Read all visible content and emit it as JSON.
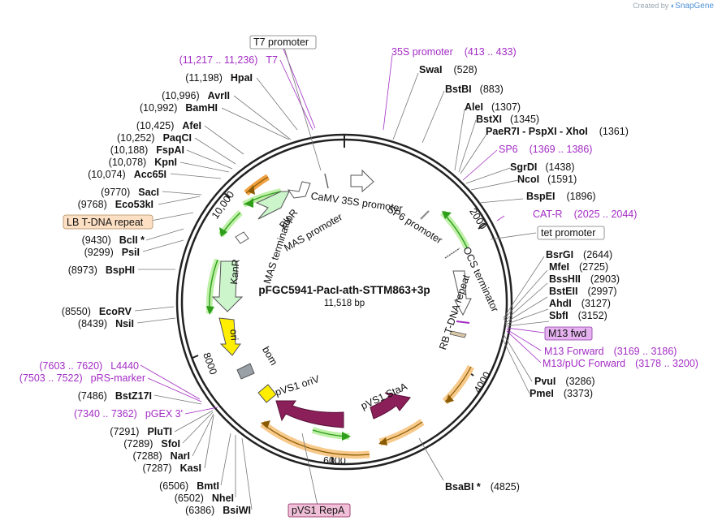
{
  "credit": {
    "prefix": "Created by",
    "brand": "SnapGene"
  },
  "plasmid": {
    "name": "pFGC5941-PacI-ath-STTM863+3p",
    "length": "11,518 bp"
  },
  "ticks": [
    "2000",
    "4000",
    "6000",
    "8000",
    "10,000"
  ],
  "boxed_labels": {
    "t7_promoter": "T7 promoter",
    "tet_promoter": "tet promoter",
    "lb_tdna": "LB T-DNA repeat",
    "m13_fwd": "M13 fwd",
    "pvs1_repa": "pVS1 RepA"
  },
  "inner_features": {
    "camv35s": "CaMV 35S promoter",
    "sp6_promoter": "SP6 promoter",
    "ocs_terminator": "OCS terminator",
    "rb_tdna": "RB T-DNA repeat",
    "blpr": "BlpR",
    "mas_promoter": "MAS promoter",
    "mas_terminator": "MAS terminator",
    "kanr": "KanR",
    "ori": "ori",
    "bom": "bom",
    "pvs1_oriv": "pVS1 oriV",
    "pvs1_staa": "pVS1 StaA"
  },
  "right_labels": [
    {
      "kind": "primer",
      "name": "35S promoter",
      "pos": "(413 .. 433)"
    },
    {
      "kind": "enzyme",
      "name": "SwaI",
      "pos": "(528)"
    },
    {
      "kind": "enzyme",
      "name": "BstBI",
      "pos": "(883)"
    },
    {
      "kind": "enzyme",
      "name": "AleI",
      "pos": "(1307)"
    },
    {
      "kind": "enzyme",
      "name": "BstXI",
      "pos": "(1345)"
    },
    {
      "kind": "enzyme",
      "name": "PaeR7I  - PspXI  - XhoI",
      "pos": "(1361)"
    },
    {
      "kind": "primer",
      "name": "SP6",
      "pos": "(1369 .. 1386)"
    },
    {
      "kind": "enzyme",
      "name": "SgrDI",
      "pos": "(1438)"
    },
    {
      "kind": "enzyme",
      "name": "NcoI",
      "pos": "(1591)"
    },
    {
      "kind": "enzyme",
      "name": "BspEI",
      "pos": "(1896)"
    },
    {
      "kind": "primer",
      "name": "CAT-R",
      "pos": "(2025 .. 2044)"
    },
    {
      "kind": "enzyme",
      "name": "BsrGI",
      "pos": "(2644)"
    },
    {
      "kind": "enzyme",
      "name": "MfeI",
      "pos": "(2725)"
    },
    {
      "kind": "enzyme",
      "name": "BssHII",
      "pos": "(2903)"
    },
    {
      "kind": "enzyme",
      "name": "BstEII",
      "pos": "(2997)"
    },
    {
      "kind": "enzyme",
      "name": "AhdI",
      "pos": "(3127)"
    },
    {
      "kind": "enzyme",
      "name": "SbfI",
      "pos": "(3152)"
    },
    {
      "kind": "primer",
      "name": "M13 Forward",
      "pos": "(3169 .. 3186)"
    },
    {
      "kind": "primer",
      "name": "M13/pUC Forward",
      "pos": "(3178 .. 3200)"
    },
    {
      "kind": "enzyme",
      "name": "PvuI",
      "pos": "(3286)"
    },
    {
      "kind": "enzyme",
      "name": "PmeI",
      "pos": "(3373)"
    },
    {
      "kind": "enzyme",
      "name": "BsaBI *",
      "pos": "(4825)"
    }
  ],
  "left_labels": [
    {
      "kind": "primer",
      "name": "T7",
      "pos": "(11,217 .. 11,236)"
    },
    {
      "kind": "enzyme",
      "name": "HpaI",
      "pos": "(11,198)"
    },
    {
      "kind": "enzyme",
      "name": "AvrII",
      "pos": "(10,996)"
    },
    {
      "kind": "enzyme",
      "name": "BamHI",
      "pos": "(10,992)"
    },
    {
      "kind": "enzyme",
      "name": "AfeI",
      "pos": "(10,425)"
    },
    {
      "kind": "enzyme",
      "name": "PaqCI",
      "pos": "(10,252)"
    },
    {
      "kind": "enzyme",
      "name": "FspAI",
      "pos": "(10,188)"
    },
    {
      "kind": "enzyme",
      "name": "KpnI",
      "pos": "(10,078)"
    },
    {
      "kind": "enzyme",
      "name": "Acc65I",
      "pos": "(10,074)"
    },
    {
      "kind": "enzyme",
      "name": "SacI",
      "pos": "(9770)"
    },
    {
      "kind": "enzyme",
      "name": "Eco53kI",
      "pos": "(9768)"
    },
    {
      "kind": "enzyme",
      "name": "BclI *",
      "pos": "(9430)"
    },
    {
      "kind": "enzyme",
      "name": "PsiI",
      "pos": "(9299)"
    },
    {
      "kind": "enzyme",
      "name": "BspHI",
      "pos": "(8973)"
    },
    {
      "kind": "enzyme",
      "name": "EcoRV",
      "pos": "(8550)"
    },
    {
      "kind": "enzyme",
      "name": "NsiI",
      "pos": "(8439)"
    },
    {
      "kind": "primer",
      "name": "L4440",
      "pos": "(7603 .. 7620)"
    },
    {
      "kind": "primer",
      "name": "pRS-marker",
      "pos": "(7503 .. 7522)"
    },
    {
      "kind": "enzyme",
      "name": "BstZ17I",
      "pos": "(7486)"
    },
    {
      "kind": "primer",
      "name": "pGEX 3'",
      "pos": "(7340 .. 7362)"
    },
    {
      "kind": "enzyme",
      "name": "PluTI",
      "pos": "(7291)"
    },
    {
      "kind": "enzyme",
      "name": "SfoI",
      "pos": "(7289)"
    },
    {
      "kind": "enzyme",
      "name": "NarI",
      "pos": "(7288)"
    },
    {
      "kind": "enzyme",
      "name": "KasI",
      "pos": "(7287)"
    },
    {
      "kind": "enzyme",
      "name": "BmtI",
      "pos": "(6506)"
    },
    {
      "kind": "enzyme",
      "name": "NheI",
      "pos": "(6502)"
    },
    {
      "kind": "enzyme",
      "name": "BsiWI",
      "pos": "(6386)"
    }
  ],
  "colors": {
    "backbone": "#222222",
    "enzyme_text": "#111111",
    "primer": "#a32cc4",
    "ori": "#ffee00",
    "kanr": "#ccf5cc",
    "bom": "#99a0a6",
    "pvs1": "#8b1f5a",
    "orange_stripe": "#f0a040",
    "green_stripe": "#2e9e1b",
    "m13_box": "#e6b3f0",
    "lb_box": "#fde0c4",
    "repa_box": "#f0c0d8"
  }
}
